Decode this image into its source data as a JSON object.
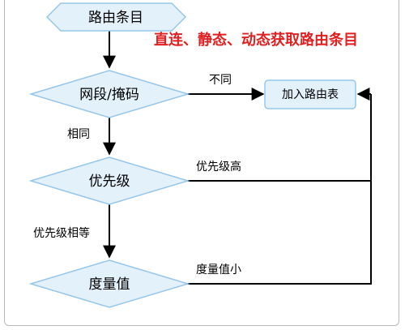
{
  "nodes": {
    "route_entry": "路由条目",
    "subnet_mask": "网段/掩码",
    "priority": "优先级",
    "metric": "度量值",
    "add_to_table": "加入路由表"
  },
  "edges": {
    "different": "不同",
    "same": "相同",
    "higher_priority": "优先级高",
    "equal_priority": "优先级相等",
    "lower_metric": "度量值小"
  },
  "title": "直连、静态、动态获取路由条目",
  "colors": {
    "shape_fill": "#e3f1fb",
    "shape_stroke": "#96c7ea",
    "title": "#e02020",
    "line": "#000000"
  }
}
